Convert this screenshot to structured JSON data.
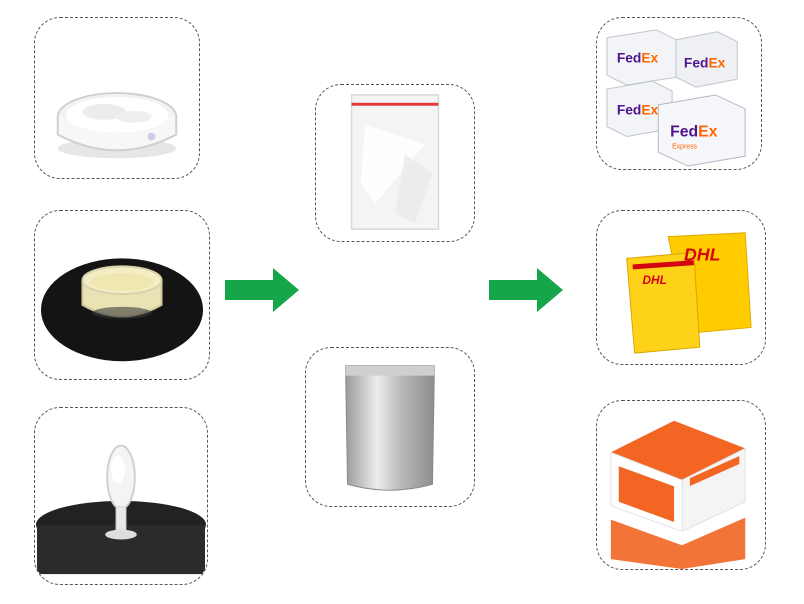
{
  "diagram": {
    "stages": [
      {
        "name": "product-forms",
        "items": [
          "white-powder-dish",
          "yellow-powder-dish",
          "powder-flask"
        ]
      },
      {
        "name": "inner-packaging",
        "items": [
          "zip-lock-bag",
          "foil-stand-up-pouch"
        ]
      },
      {
        "name": "shipping",
        "items": [
          "fedex-boxes",
          "dhl-envelopes",
          "orange-courier-boxes"
        ]
      }
    ],
    "arrow_color": "#16a64a",
    "brands": {
      "fedex_fed": "Fed",
      "fedex_ex": "Ex",
      "fedex_sub": "Express",
      "dhl": "DHL"
    }
  }
}
